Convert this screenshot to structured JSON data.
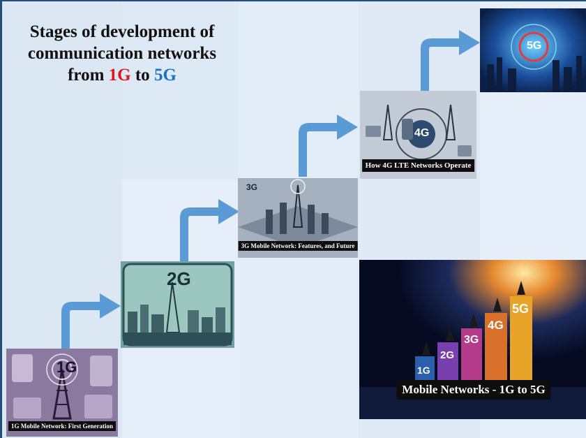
{
  "title": {
    "line1": "Stages of development of",
    "line2": "communication networks",
    "from": "from",
    "g1": "1G",
    "to": "to",
    "g5": "5G"
  },
  "panels": {
    "p1": {
      "caption": "1G Mobile Network: First Generation",
      "badge": "1G"
    },
    "p2": {
      "caption": "",
      "badge": "2G"
    },
    "p3": {
      "caption": "3G Mobile Network: Features, and Future",
      "badge": "3G"
    },
    "p4": {
      "caption": "How 4G LTE Networks Operate",
      "badge": "4G"
    },
    "p5": {
      "caption": "",
      "badge": "5G"
    },
    "mobile": {
      "caption": "Mobile Networks - 1G to 5G",
      "bars": [
        "1G",
        "2G",
        "3G",
        "4G",
        "5G"
      ]
    }
  },
  "colors": {
    "arrow": "#5b9bd5",
    "accent_red": "#e0161b",
    "accent_blue": "#1a72c4"
  }
}
